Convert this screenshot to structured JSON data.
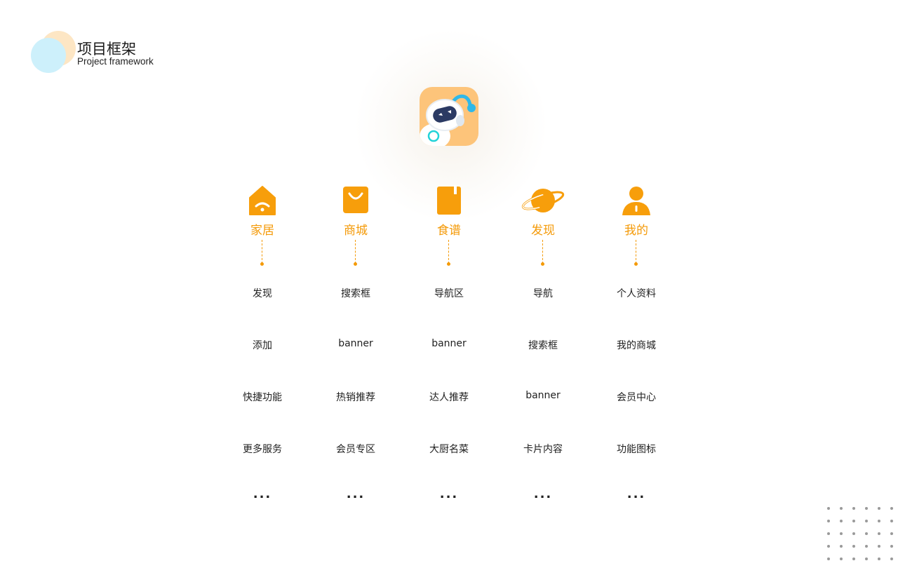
{
  "header": {
    "title": "项目框架",
    "subtitle": "Project framework"
  },
  "app_icon": {
    "name": "robot-app-icon",
    "bg_color": "#fdc47a"
  },
  "accent_color": "#f49a08",
  "columns": [
    {
      "icon": "home-wifi-icon",
      "label": "家居",
      "items": [
        "发现",
        "添加",
        "快捷功能",
        "更多服务",
        "..."
      ]
    },
    {
      "icon": "shopping-bag-icon",
      "label": "商城",
      "items": [
        "搜索框",
        "banner",
        "热销推荐",
        "会员专区",
        "..."
      ]
    },
    {
      "icon": "recipe-book-icon",
      "label": "食谱",
      "items": [
        "导航区",
        "banner",
        "达人推荐",
        "大厨名菜",
        "..."
      ]
    },
    {
      "icon": "planet-icon",
      "label": "发现",
      "items": [
        "导航",
        "搜索框",
        "banner",
        "卡片内容",
        "..."
      ]
    },
    {
      "icon": "user-icon",
      "label": "我的",
      "items": [
        "个人资料",
        "我的商城",
        "会员中心",
        "功能图标",
        "..."
      ]
    }
  ]
}
